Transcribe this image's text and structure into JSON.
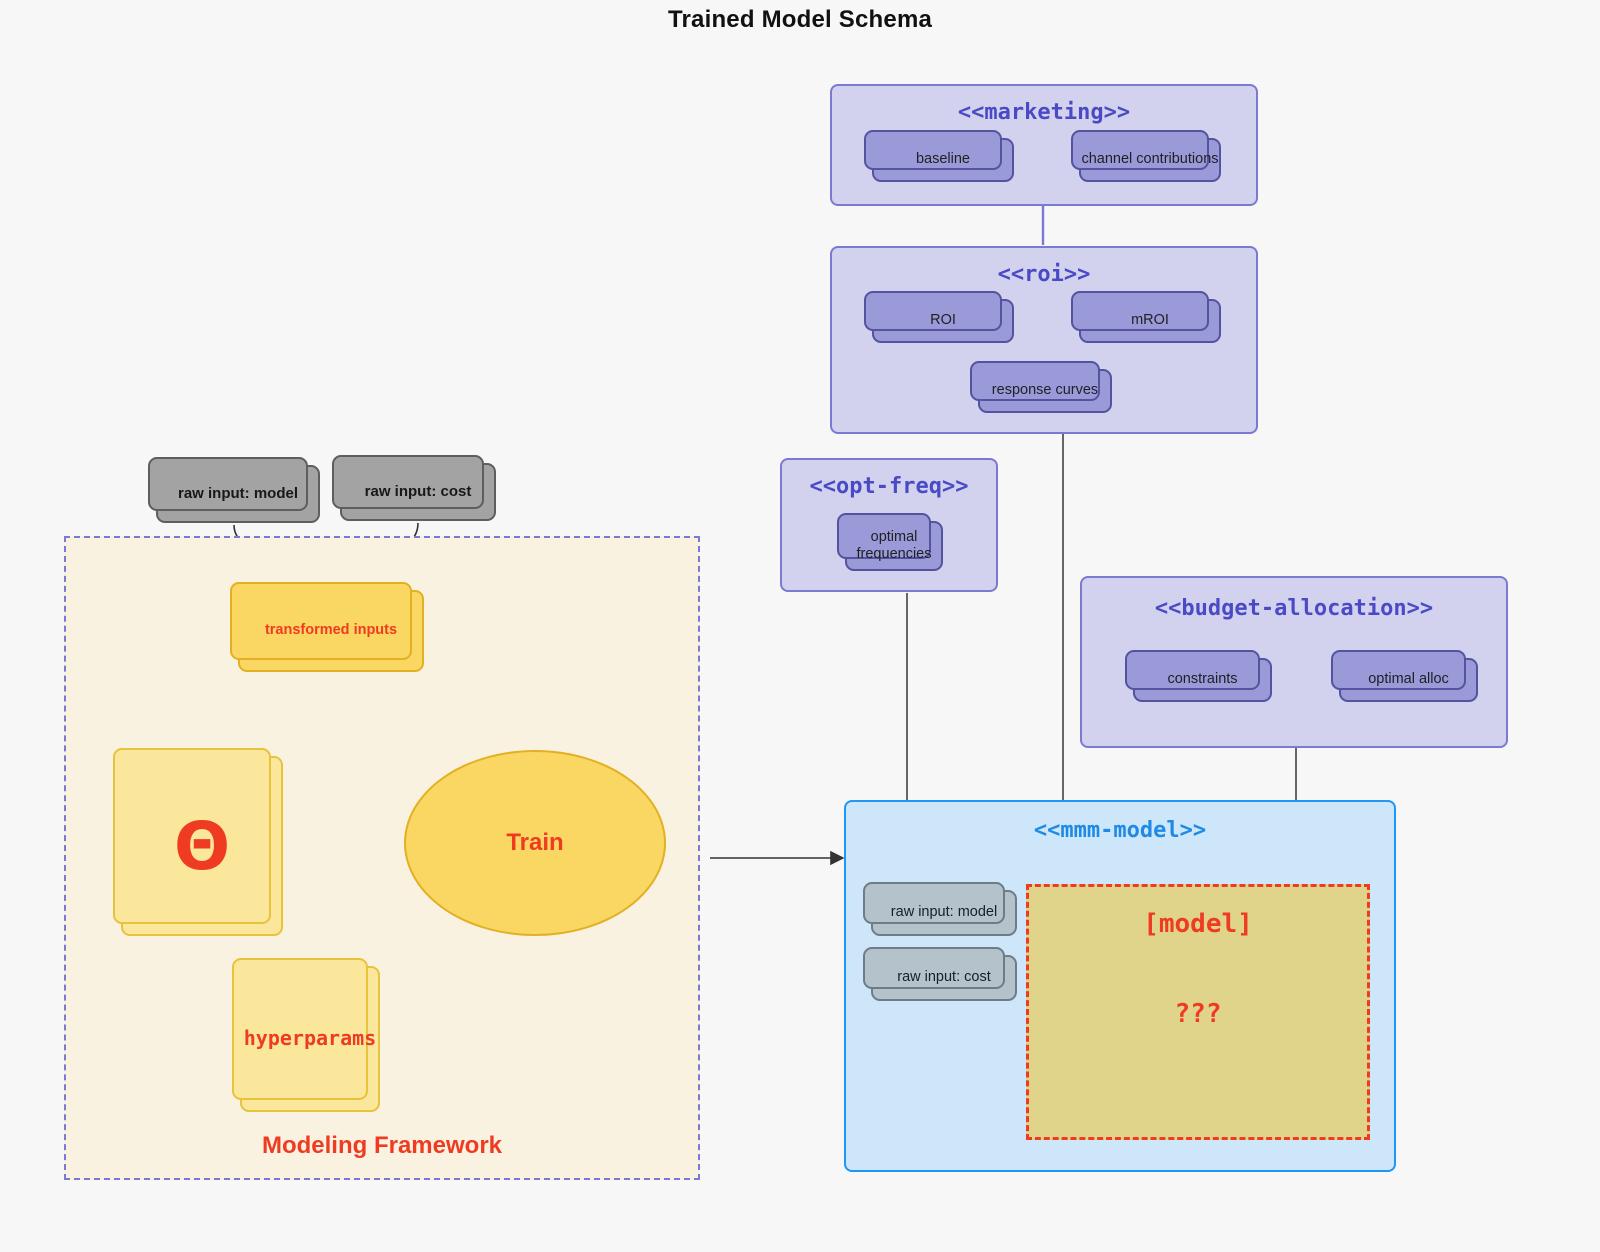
{
  "page": {
    "title": "Trained Model Schema",
    "background": "#f7f7f7"
  },
  "colors": {
    "package_lavender_fill": "#d2d2ee",
    "package_lavender_border": "#7a7ad0",
    "package_blue_fill": "#cde6f9",
    "package_blue_border": "#2196f3",
    "node_purple_fill": "#9a9ad8",
    "node_purple_border": "#53539f",
    "node_grey_fill": "#a3a3a3",
    "node_greyblue_fill": "#b4c2cc",
    "gold_fill": "#fad763",
    "gold_border": "#e2b021",
    "pale_yellow_fill": "#fae79c",
    "pale_yellow_border": "#e7c33b",
    "accent_red": "#ef3b22",
    "framework_fill": "#faf2e1",
    "model_placeholder_fill": "#dfd489",
    "stereotype_purple_text": "#4a4ac6",
    "stereotype_blue_text": "#1e8ae6"
  },
  "framework": {
    "label": "Modeling Framework"
  },
  "external_inputs": [
    {
      "label": "raw input: model"
    },
    {
      "label": "raw input: cost"
    }
  ],
  "framework_nodes": {
    "transformed_inputs": {
      "label": "transformed inputs"
    },
    "theta": {
      "label": "Θ"
    },
    "hyperparams": {
      "label": "hyperparams"
    },
    "train": {
      "label": "Train"
    }
  },
  "packages": [
    {
      "id": "marketing",
      "stereotype": "<<marketing>>",
      "style": "lavender",
      "nodes": [
        {
          "label": "baseline"
        },
        {
          "label": "channel contributions"
        }
      ],
      "relation": "bidirectional"
    },
    {
      "id": "roi",
      "stereotype": "<<roi>>",
      "style": "lavender",
      "nodes": [
        {
          "label": "ROI"
        },
        {
          "label": "mROI"
        },
        {
          "label": "response curves"
        }
      ],
      "relation": "bidirectional"
    },
    {
      "id": "opt-freq",
      "stereotype": "<<opt-freq>>",
      "style": "lavender",
      "nodes": [
        {
          "label": "optimal\nfrequencies",
          "line1": "optimal",
          "line2": "frequencies"
        }
      ],
      "relation": "none"
    },
    {
      "id": "budget-allocation",
      "stereotype": "<<budget-allocation>>",
      "style": "lavender",
      "nodes": [
        {
          "label": "constraints"
        },
        {
          "label": "optimal alloc"
        }
      ],
      "relation": "bidirectional"
    },
    {
      "id": "mmm-model",
      "stereotype": "<<mmm-model>>",
      "style": "blue",
      "nodes": [
        {
          "label": "raw input: model"
        },
        {
          "label": "raw input: cost"
        }
      ],
      "placeholder": {
        "title": "[model]",
        "question": "???"
      }
    }
  ],
  "connections": [
    {
      "from": "raw input: model",
      "to": "transformed inputs",
      "kind": "arrow"
    },
    {
      "from": "raw input: cost",
      "to": "transformed inputs",
      "kind": "arrow"
    },
    {
      "from": "transformed inputs",
      "to": "Train",
      "kind": "arrow-red"
    },
    {
      "from": "Θ",
      "to": "Train",
      "kind": "arrow-red"
    },
    {
      "from": "hyperparams",
      "to": "Train",
      "kind": "arrow-red"
    },
    {
      "from": "Train",
      "to": "<<mmm-model>>",
      "kind": "arrow"
    },
    {
      "from": "<<marketing>>",
      "to": "<<roi>>",
      "kind": "line-purple"
    },
    {
      "from": "<<roi>>",
      "to": "<<mmm-model>>",
      "kind": "line"
    },
    {
      "from": "<<opt-freq>>",
      "to": "<<mmm-model>>",
      "kind": "line"
    },
    {
      "from": "<<budget-allocation>>",
      "to": "<<mmm-model>>",
      "kind": "line"
    }
  ]
}
